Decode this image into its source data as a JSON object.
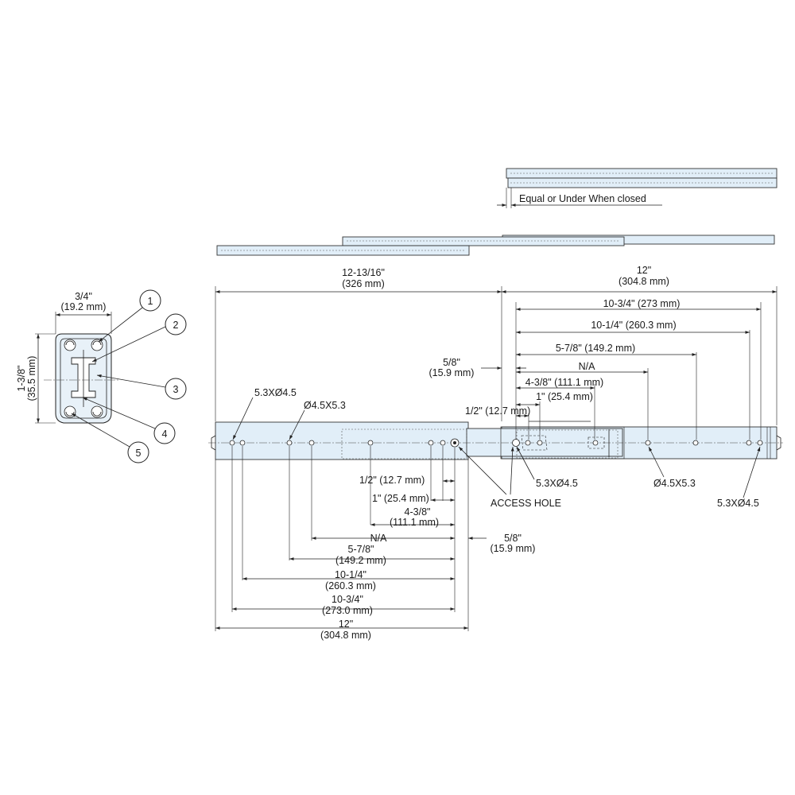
{
  "top_view": {
    "closed_note": "Equal or Under When closed"
  },
  "cross_section": {
    "width_in": "3/4\"",
    "width_mm": "(19.2 mm)",
    "height_in": "1-3/8\"",
    "height_mm": "(35.5 mm)",
    "callouts": [
      "1",
      "2",
      "3",
      "4",
      "5"
    ]
  },
  "overall": {
    "length_in": "12-13/16\"",
    "length_mm": "(326 mm)",
    "travel_in": "12\"",
    "travel_mm": "(304.8 mm)"
  },
  "inner_member": {
    "d1": "10-3/4\" (273 mm)",
    "d2": "10-1/4\" (260.3 mm)",
    "d3": "5-7/8\" (149.2 mm)",
    "d4": "N/A",
    "d5": "4-3/8\" (111.1 mm)",
    "d6": "1\" (25.4 mm)",
    "d7": "1/2\" (12.7 mm)",
    "offset_in": "5/8\"",
    "offset_mm": "(15.9 mm)",
    "hole_a": "5.3XØ4.5",
    "access": "ACCESS HOLE",
    "hole_b": "Ø4.5X5.3",
    "hole_c": "5.3XØ4.5"
  },
  "outer_member": {
    "hole_a": "5.3XØ4.5",
    "hole_b": "Ø4.5X5.3",
    "d7": "1/2\" (12.7 mm)",
    "d6": "1\" (25.4 mm)",
    "d5_in": "4-3/8\"",
    "d5_mm": "(111.1 mm)",
    "d4": "N/A",
    "offset_in": "5/8\"",
    "offset_mm": "(15.9 mm)",
    "d3_in": "5-7/8\"",
    "d3_mm": "(149.2 mm)",
    "d2_in": "10-1/4\"",
    "d2_mm": "(260.3 mm)",
    "d1_in": "10-3/4\"",
    "d1_mm": "(273.0 mm)",
    "len_in": "12\"",
    "len_mm": "(304.8 mm)"
  }
}
